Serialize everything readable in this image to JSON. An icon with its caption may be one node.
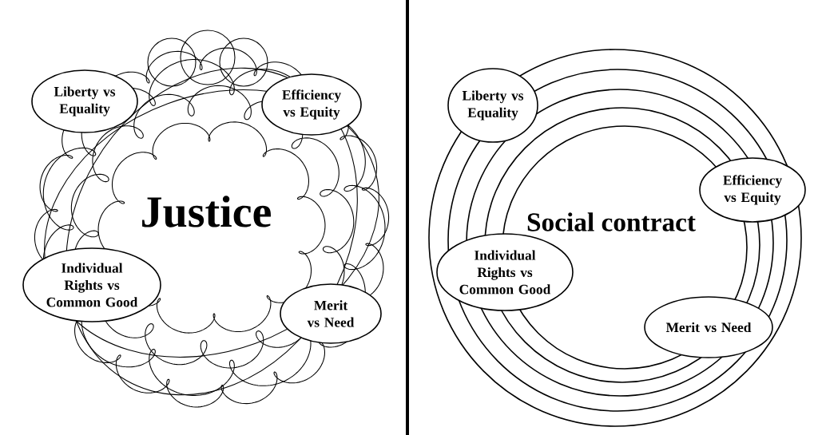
{
  "diagram": {
    "nodes": [
      {
        "text": [
          "Liberty vs Equality"
        ]
      },
      {
        "text": [
          "Efficiency vs Equity"
        ]
      },
      {
        "text": [
          "Individual Rights vs Common Good"
        ]
      },
      {
        "text": [
          "Merit vs Need"
        ]
      },
      {
        "text": [
          "Liberty vs Equality"
        ]
      },
      {
        "text": [
          "Efficiency vs Equity"
        ]
      },
      {
        "text": [
          "Individual Rights vs Common Good"
        ]
      },
      {
        "text": [
          "Merit vs Need"
        ]
      }
    ],
    "labels": [
      "Justice",
      "Social contract"
    ]
  }
}
